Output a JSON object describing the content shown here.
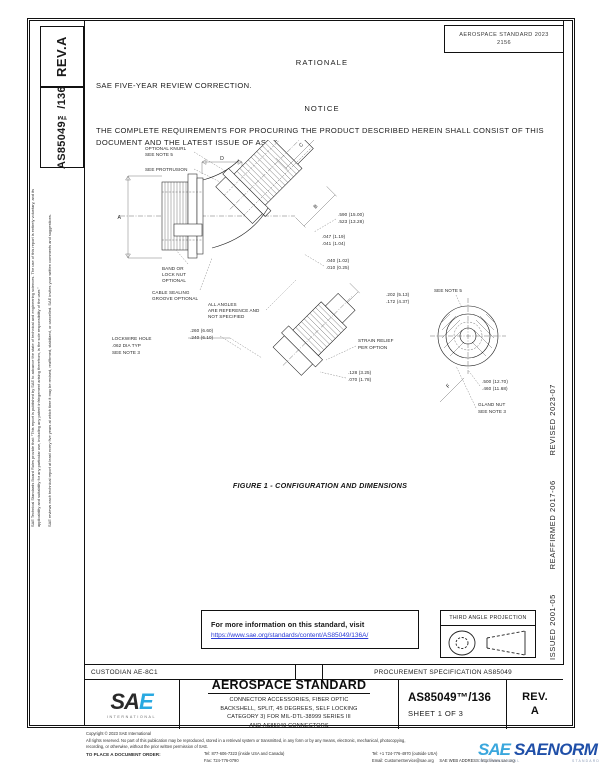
{
  "document": {
    "standard_number": "AS85049™/136",
    "revision_letter": "A",
    "rev_label": "REV.",
    "top_right_box": "AEROSPACE STANDARD 2023",
    "top_right_box_line2": "2156",
    "issue_dates": [
      "ISSUED 2001-05",
      "REAFFIRMED 2017-06",
      "REVISED 2023-07"
    ]
  },
  "header": {
    "rationale_title": "RATIONALE",
    "rationale_body": "SAE FIVE-YEAR REVIEW CORRECTION.",
    "notice_title": "NOTICE",
    "notice_body": "THE COMPLETE REQUIREMENTS FOR PROCURING THE PRODUCT DESCRIBED HEREIN SHALL CONSIST OF THIS DOCUMENT AND THE LATEST ISSUE OF AS85049."
  },
  "disclaimer": {
    "p1": "SAE Technical Standards Board Rules provide that: “This report is published by SAE to advance the state of technical and engineering sciences. The use of this report is entirely voluntary, and its applicability and suitability for any particular use, including any patent infringement arising therefrom, is the sole responsibility of the user.”",
    "p2": "SAE reviews each technical report at least every five years at which time it may be revised, reaffirmed, stabilized, or cancelled. SAE invites your written comments and suggestions."
  },
  "figure": {
    "caption": "FIGURE 1 - CONFIGURATION AND DIMENSIONS",
    "callouts": {
      "c1": "OPTIONAL KNURL",
      "c2": "SEE NOTE 5",
      "c3": "SEE PROTRUSION",
      "c4": "BAND OR",
      "c5": "LOCK NUT",
      "c6": "OPTIONAL",
      "c7": "LOCKWIRE HOLE",
      "c8": ".062 DIA TYP",
      "c9": "ALL ANGLES",
      "c10": "ARE REFERENCE AND",
      "c11": "NOT SPECIFIED",
      "c12": "STRAIN RELIEF",
      "c13": "PER OPTION",
      "c14": "CABLE SEALING",
      "c15": "GROOVE OPTIONAL",
      "c16": "GLAND NUT",
      "c17": "SEE NOTE 3"
    },
    "dimensions": {
      "d1": ".590 (15.00)",
      "d2": ".523 (13.28)",
      "d3": ".047 (1.19)",
      "d4": ".041 (1.04)",
      "d5": ".040 (1.02)",
      "d6": ".010 (0.25)",
      "d7": ".260 (6.60)",
      "d8": ".240 (6.10)",
      "d9": ".202 (5.13)",
      "d10": ".172 (4.37)",
      "d11": ".128 (3.25)",
      "d12": ".070 (1.78)",
      "d13": ".500 (12.70)",
      "d14": ".460 (11.68)",
      "letter_a": "A",
      "letter_b": "B",
      "letter_c": "C",
      "letter_d": "D",
      "letter_e": "E",
      "letter_f": "F"
    }
  },
  "info_box": {
    "line1": "For more information on this standard, visit",
    "url": "https://www.sae.org/standards/content/AS85049/136A/"
  },
  "projection_box": {
    "title": "THIRD ANGLE PROJECTION"
  },
  "title_block": {
    "custodian": "CUSTODIAN  AE-8C1",
    "procurement": "PROCUREMENT SPECIFICATION AS85049",
    "main_title": "AEROSPACE STANDARD",
    "subtitle_1": "CONNECTOR ACCESSORIES, FIBER OPTIC",
    "subtitle_2": "BACKSHELL, SPLIT, 45 DEGREES, SELF LOCKING",
    "subtitle_3": "CATEGORY 3) FOR MIL-DTL-38999 SERIES III",
    "subtitle_4": "AND AS85049 CONNECTORS",
    "doc_number": "AS85049™/136",
    "sheet": "SHEET 1 OF 3",
    "rev_label": "REV.",
    "rev_value": "A",
    "logo_text_1": "SA",
    "logo_text_2": "E",
    "logo_sub": "INTERNATIONAL"
  },
  "footer": {
    "copyright": "Copyright © 2023 SAE International",
    "rights_1": "All rights reserved. No part of this publication may be reproduced, stored in a retrieval system or transmitted, in any form or by any means, electronic, mechanical, photocopying,",
    "rights_2": "recording, or otherwise, without the prior written permission of SAE.",
    "order_label": "TO PLACE A DOCUMENT ORDER:",
    "tel_us": "Tel:  877-606-7323 (inside USA and Canada)",
    "fax": "Fax:  724-776-0790",
    "tel_intl": "Tel:  +1 724-776-4970 (outside USA)",
    "email": "Email:  CustomerService@sae.org",
    "web_label": "SAE WEB ADDRESS:",
    "web_url": "http://www.sae.org"
  },
  "watermark": {
    "part1": "SAE",
    "part2": "SAE",
    "part3": "NORM",
    "sub_left": "INTERNATIONAL",
    "sub_right": "STANDARD"
  },
  "colors": {
    "link": "#2b3bd6",
    "logo_accent": "#29a9e1",
    "watermark_blue": "#1f4fa8",
    "watermark_cyan": "#3aa7dd"
  }
}
